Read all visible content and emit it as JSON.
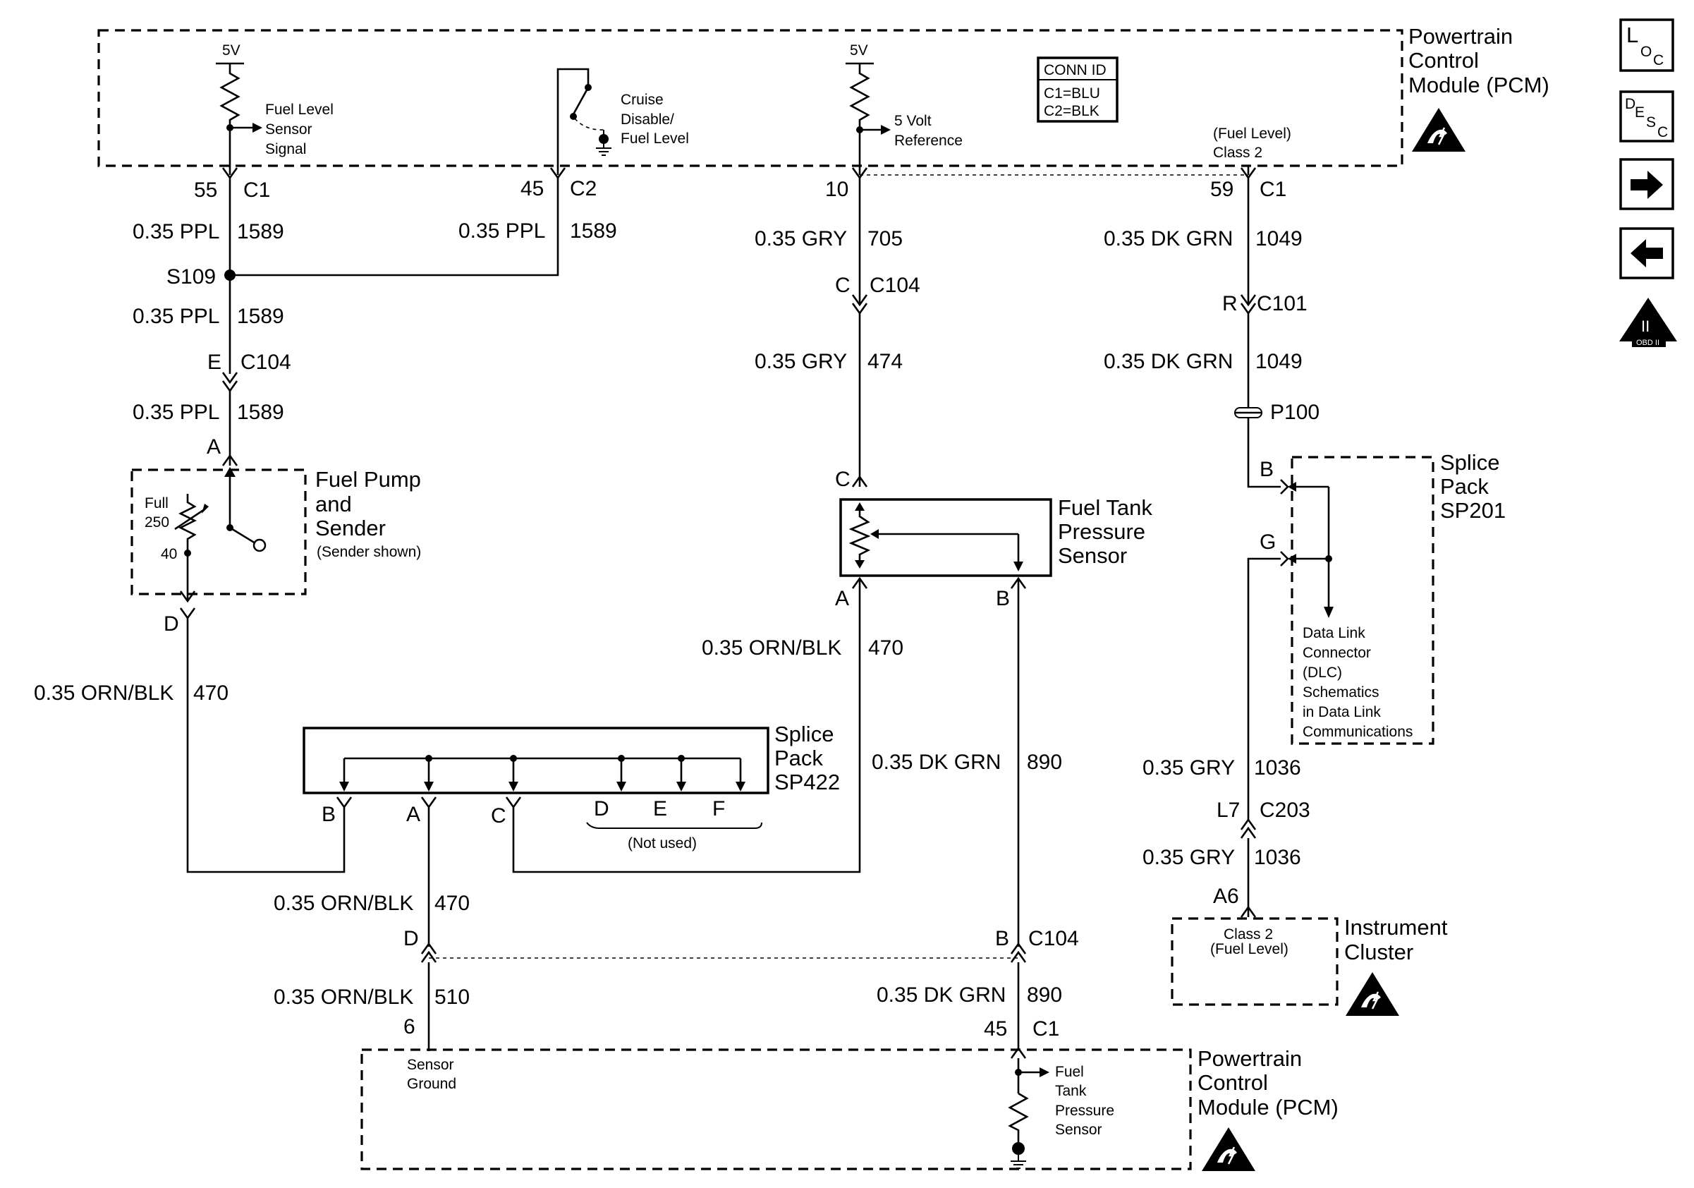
{
  "pcm_top": {
    "title_l1": "Powertrain",
    "title_l2": "Control",
    "title_l3": "Module (PCM)"
  },
  "pcm_bottom": {
    "title_l1": "Powertrain",
    "title_l2": "Control",
    "title_l3": "Module (PCM)"
  },
  "conn_id": {
    "title": "CONN ID",
    "c1": "C1=BLU",
    "c2": "C2=BLK"
  },
  "v5": "5V",
  "fuel_level_sensor_signal": {
    "l1": "Fuel Level",
    "l2": "Sensor",
    "l3": "Signal"
  },
  "cruise": {
    "l1": "Cruise",
    "l2": "Disable/",
    "l3": "Fuel Level"
  },
  "five_volt_ref": {
    "l1": "5 Volt",
    "l2": "Reference"
  },
  "fuel_level_class2": {
    "l1": "(Fuel Level)",
    "l2": "Class 2"
  },
  "pins": {
    "p55": "55",
    "c1_a": "C1",
    "p45": "45",
    "c2": "C2",
    "p10": "10",
    "p59": "59",
    "c1_b": "C1",
    "s109": "S109",
    "e": "E",
    "c104_a": "C104",
    "a_pump": "A",
    "d_pump": "D",
    "c_104": "C",
    "c104_b": "C104",
    "c_sensor": "C",
    "a_sensor": "A",
    "b_sensor": "B",
    "r": "R",
    "c101": "C101",
    "p100": "P100",
    "b_sp201": "B",
    "g_sp201": "G",
    "l7": "L7",
    "c203": "C203",
    "a6": "A6",
    "sp422_b": "B",
    "sp422_a": "A",
    "sp422_c": "C",
    "sp422_d": "D",
    "sp422_e": "E",
    "sp422_f": "F",
    "d_c104": "D",
    "b_c104": "B",
    "c104_c": "C104",
    "p6": "6",
    "p45b": "45",
    "c1_c": "C1"
  },
  "wires": {
    "w1_gauge": "0.35 PPL",
    "w1_num": "1589",
    "w2_gauge": "0.35 PPL",
    "w2_num": "1589",
    "w3_gauge": "0.35 PPL",
    "w3_num": "1589",
    "w4_gauge": "0.35 PPL",
    "w4_num": "1589",
    "w5_gauge": "0.35 GRY",
    "w5_num": "705",
    "w6_gauge": "0.35 GRY",
    "w6_num": "474",
    "w7_gauge": "0.35 DK GRN",
    "w7_num": "1049",
    "w8_gauge": "0.35 DK GRN",
    "w8_num": "1049",
    "w9_gauge": "0.35 ORN/BLK",
    "w9_num": "470",
    "w10_gauge": "0.35 ORN/BLK",
    "w10_num": "470",
    "w11_gauge": "0.35 DK GRN",
    "w11_num": "890",
    "w12_gauge": "0.35 GRY",
    "w12_num": "1036",
    "w13_gauge": "0.35 GRY",
    "w13_num": "1036",
    "w14_gauge": "0.35 ORN/BLK",
    "w14_num": "470",
    "w15_gauge": "0.35 ORN/BLK",
    "w15_num": "510",
    "w16_gauge": "0.35 DK GRN",
    "w16_num": "890"
  },
  "fuel_pump": {
    "l1": "Fuel Pump",
    "l2": "and",
    "l3": "Sender",
    "l4": "(Sender shown)",
    "full": "Full",
    "n250": "250",
    "n40": "40"
  },
  "fuel_tank_sensor": {
    "l1": "Fuel Tank",
    "l2": "Pressure",
    "l3": "Sensor"
  },
  "sp201": {
    "l1": "Splice",
    "l2": "Pack",
    "l3": "SP201"
  },
  "dlc": {
    "l1": "Data Link",
    "l2": "Connector",
    "l3": "(DLC)",
    "l4": "Schematics",
    "l5": "in Data Link",
    "l6": "Communications"
  },
  "sp422": {
    "l1": "Splice",
    "l2": "Pack",
    "l3": "SP422",
    "not_used": "(Not used)"
  },
  "instrument_cluster": {
    "l1": "Instrument",
    "l2": "Cluster",
    "class2": "Class 2",
    "fuel_level": "(Fuel Level)"
  },
  "pcm_bottom_labels": {
    "sg1": "Sensor",
    "sg2": "Ground",
    "ft1": "Fuel",
    "ft2": "Tank",
    "ft3": "Pressure",
    "ft4": "Sensor"
  },
  "nav": {
    "loc_l": "L",
    "loc_o": "O",
    "loc_c": "C",
    "desc_d": "D",
    "desc_e": "E",
    "desc_s": "S",
    "desc_c": "C",
    "obd_num": "II",
    "obd_text": "OBD II"
  },
  "icons": [
    "esd-warning-icon",
    "arrow-right-icon",
    "arrow-left-icon",
    "obd-ii-icon",
    "loc-icon",
    "desc-icon"
  ]
}
